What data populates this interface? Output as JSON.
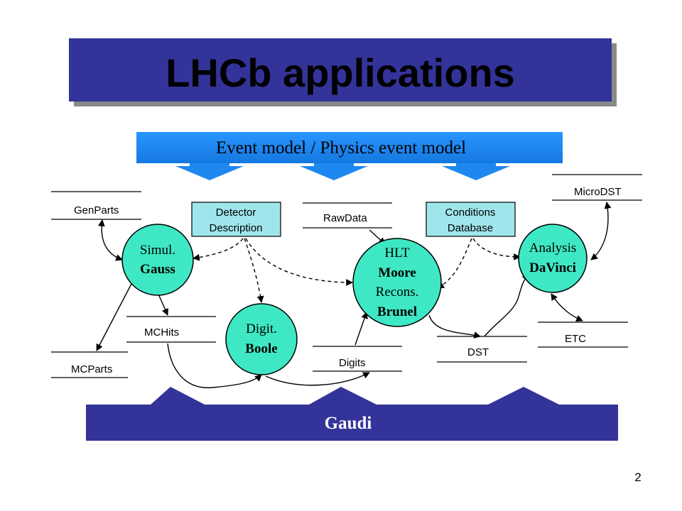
{
  "title": "LHCb applications",
  "event_model": {
    "label": "Event model / Physics event model"
  },
  "framework": {
    "label": "Gaudi"
  },
  "page_number": "2",
  "applications": {
    "gauss": {
      "line1": "Simul.",
      "line2": "Gauss"
    },
    "boole": {
      "line1": "Digit.",
      "line2": "Boole"
    },
    "hlt": {
      "line1": "HLT",
      "line2": "Moore",
      "line3": "Recons.",
      "line4": "Brunel"
    },
    "davinci": {
      "line1": "Analysis",
      "line2": "DaVinci"
    }
  },
  "services": {
    "detector_description": {
      "line1": "Detector",
      "line2": "Description"
    },
    "conditions_database": {
      "line1": "Conditions",
      "line2": "Database"
    }
  },
  "data_stores": {
    "genparts": "GenParts",
    "mcparts": "MCParts",
    "mchits": "MCHits",
    "rawdata": "RawData",
    "digits": "Digits",
    "dst": "DST",
    "microdst": "MicroDST",
    "etc": "ETC"
  },
  "colors": {
    "title_bar": "#333399",
    "event_model_bar": "#1e88f0",
    "gaudi_bar": "#333399",
    "application_node": "#3ee8c4",
    "service_box": "#9fe6ec"
  }
}
